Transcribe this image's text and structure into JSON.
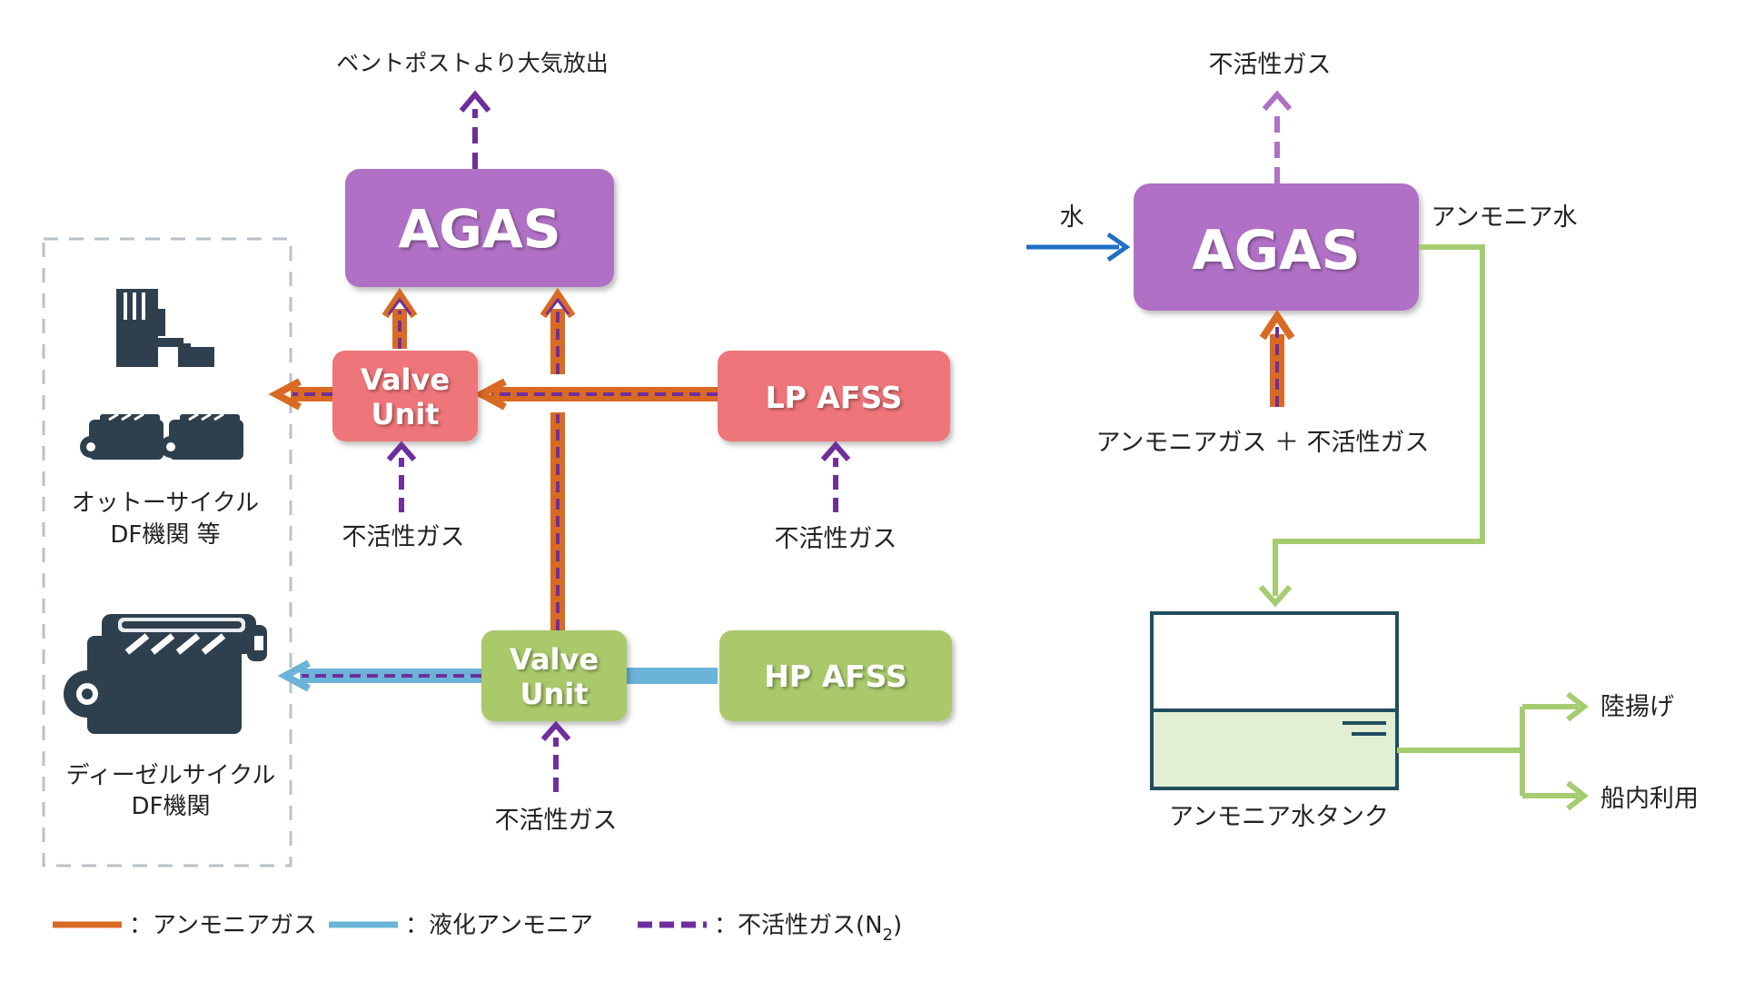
{
  "left_diagram": {
    "vent_label": "ベントポストより大気放出",
    "agas_label": "AGAS",
    "valve_unit_top_label": [
      "Valve",
      "Unit"
    ],
    "lp_afss_label": "LP AFSS",
    "valve_unit_bottom_label": [
      "Valve",
      "Unit"
    ],
    "hp_afss_label": "HP AFSS",
    "inert_gas_valve_top": "不活性ガス",
    "inert_gas_lp": "不活性ガス",
    "inert_gas_valve_bottom": "不活性ガス",
    "otto_engine_label": [
      "オットーサイクル",
      "DF機関 等"
    ],
    "diesel_engine_label": [
      "ディーゼルサイクル",
      "DF機関"
    ]
  },
  "right_diagram": {
    "inert_out_label": "不活性ガス",
    "water_label": "水",
    "agas_label": "AGAS",
    "ammonia_water_label": "アンモニア水",
    "input_label": "アンモニアガス ＋ 不活性ガス",
    "tank_label": "アンモニア水タンク",
    "unloading_label": "陸揚げ",
    "onboard_use_label": "船内利用"
  },
  "legend": {
    "ammonia_gas": "：アンモニアガス",
    "liquid_ammonia": "：液化アンモニア",
    "inert_gas_prefix": "：不活性ガス(N",
    "inert_gas_subscript": "2",
    "inert_gas_suffix": ")"
  },
  "colors": {
    "agas_box": "#b070c6",
    "lp_box": "#ee7579",
    "hp_box": "#a9c96a",
    "ammonia_gas_line": "#d96a24",
    "liquid_ammonia_line": "#6cb3d9",
    "inert_gas_line": "#6e2f9c",
    "water_line": "#1f6fc4",
    "ammonia_water_line": "#a6cc70",
    "tank_border": "#1f4e5f",
    "tank_fill": "#e2efd3"
  }
}
